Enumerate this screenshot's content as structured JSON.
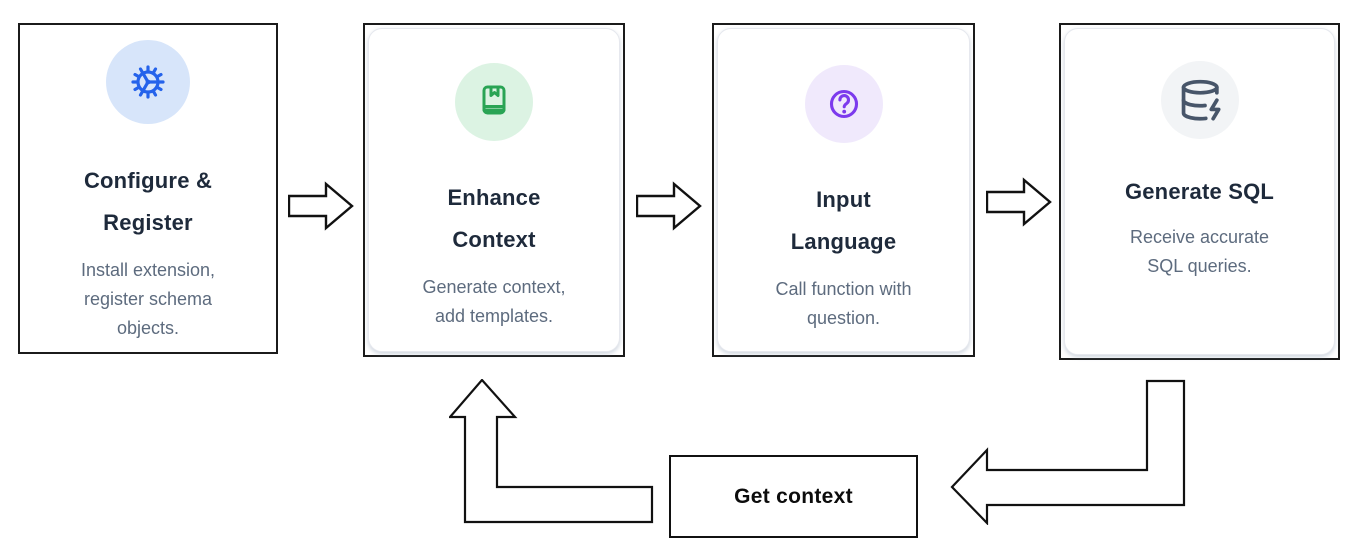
{
  "diagram": {
    "steps": [
      {
        "title": "Configure &\nRegister",
        "description": "Install extension,\nregister schema\nobjects.",
        "icon": "gear-icon",
        "icon_color": "#2563eb",
        "icon_bg": "#d7e5fa"
      },
      {
        "title": "Enhance\nContext",
        "description": "Generate context,\nadd templates.",
        "icon": "book-icon",
        "icon_color": "#2aa455",
        "icon_bg": "#dcf3e3"
      },
      {
        "title": "Input\nLanguage",
        "description": "Call function with\nquestion.",
        "icon": "question-circle-icon",
        "icon_color": "#7c3aed",
        "icon_bg": "#f0e9fc"
      },
      {
        "title": "Generate SQL",
        "description": "Receive accurate\nSQL queries.",
        "icon": "database-zap-icon",
        "icon_color": "#475569",
        "icon_bg": "#f2f4f6"
      }
    ],
    "loop": {
      "label": "Get context"
    },
    "colors": {
      "card_border": "#1b1b1b",
      "arrow_outline": "#111111",
      "title_text": "#1e2a3b",
      "description_text": "#5d6b7e"
    }
  }
}
